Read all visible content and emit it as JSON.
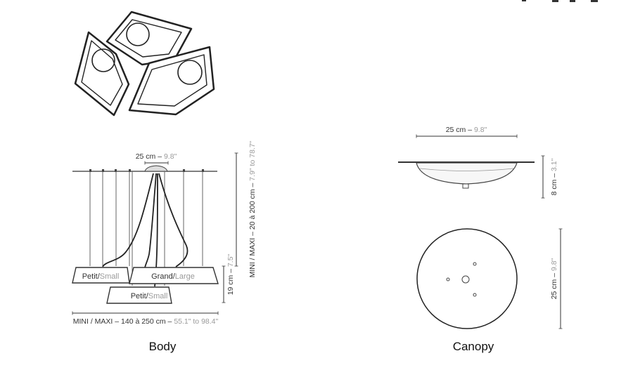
{
  "body": {
    "caption": "Body",
    "dim_top": {
      "main": "25 cm – ",
      "imperial": "9.8\""
    },
    "dim_drop": {
      "main": "MINI / MAXI – 20 à 200 cm – ",
      "imperial": "7.9\" to 78.7\""
    },
    "dim_shade_height": {
      "main": "19 cm – ",
      "imperial": "7.5\""
    },
    "dim_width": {
      "main": "MINI / MAXI – 140 à 250 cm – ",
      "imperial": "55.1\" to 98.4\""
    },
    "shades": [
      {
        "fr": "Petit",
        "en": "Small"
      },
      {
        "fr": "Grand",
        "en": "Large"
      },
      {
        "fr": "Petit",
        "en": "Small"
      }
    ]
  },
  "canopy": {
    "caption": "Canopy",
    "dim_width": {
      "main": "25 cm – ",
      "imperial": "9.8\""
    },
    "dim_height": {
      "main": "8 cm – ",
      "imperial": "3.1\""
    },
    "dim_diameter": {
      "main": "25 cm – ",
      "imperial": "9.8\""
    }
  }
}
